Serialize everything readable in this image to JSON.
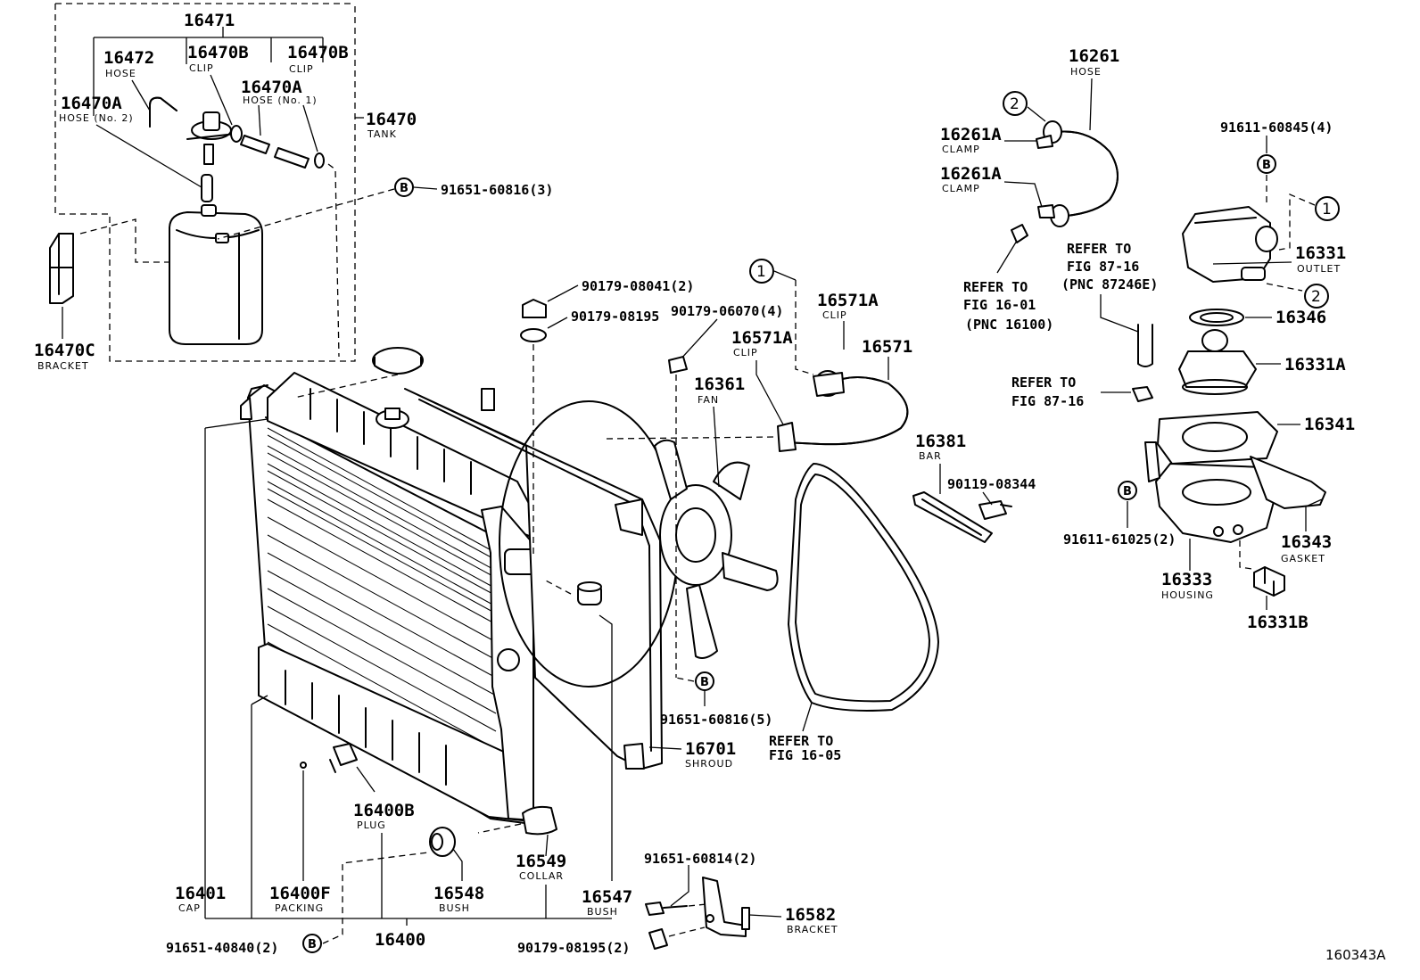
{
  "diagram": {
    "code": "160343A",
    "symbols": {
      "one": "1",
      "two": "2",
      "b": "B"
    },
    "parts": {
      "p16471": {
        "num": "16471"
      },
      "p16472": {
        "num": "16472",
        "name": "HOSE"
      },
      "p16470B_1": {
        "num": "16470B",
        "name": "CLIP"
      },
      "p16470B_2": {
        "num": "16470B",
        "name": "CLIP"
      },
      "p16470A_1": {
        "num": "16470A",
        "name": "HOSE (No. 1)"
      },
      "p16470A_2": {
        "num": "16470A",
        "name": "HOSE (No. 2)"
      },
      "p16470": {
        "num": "16470",
        "name": "TANK"
      },
      "p16470C": {
        "num": "16470C",
        "name": "BRACKET"
      },
      "p91651_60816_3": {
        "num": "91651-60816(3)"
      },
      "p90179_08041": {
        "num": "90179-08041(2)"
      },
      "p90179_08195_top": {
        "num": "90179-08195"
      },
      "p90179_06070": {
        "num": "90179-06070(4)"
      },
      "p16361": {
        "num": "16361",
        "name": "FAN"
      },
      "p16571A_1": {
        "num": "16571A",
        "name": "CLIP"
      },
      "p16571A_2": {
        "num": "16571A",
        "name": "CLIP"
      },
      "p16571": {
        "num": "16571"
      },
      "p16381": {
        "num": "16381",
        "name": "BAR"
      },
      "p90119_08344": {
        "num": "90119-08344"
      },
      "p91651_60816_5": {
        "num": "91651-60816(5)"
      },
      "p16701": {
        "num": "16701",
        "name": "SHROUD"
      },
      "p16400B": {
        "num": "16400B",
        "name": "PLUG"
      },
      "p16401": {
        "num": "16401",
        "name": "CAP"
      },
      "p16400F": {
        "num": "16400F",
        "name": "PACKING"
      },
      "p16548": {
        "num": "16548",
        "name": "BUSH"
      },
      "p16549": {
        "num": "16549",
        "name": "COLLAR"
      },
      "p16547": {
        "num": "16547",
        "name": "BUSH"
      },
      "p16400": {
        "num": "16400"
      },
      "p91651_40840": {
        "num": "91651-40840(2)"
      },
      "p90179_08195_bot": {
        "num": "90179-08195(2)"
      },
      "p91651_60814": {
        "num": "91651-60814(2)"
      },
      "p16582": {
        "num": "16582",
        "name": "BRACKET"
      },
      "p16261": {
        "num": "16261",
        "name": "HOSE"
      },
      "p16261A_1": {
        "num": "16261A",
        "name": "CLAMP"
      },
      "p16261A_2": {
        "num": "16261A",
        "name": "CLAMP"
      },
      "p91611_60845": {
        "num": "91611-60845(4)"
      },
      "p16331": {
        "num": "16331",
        "name": "OUTLET"
      },
      "p16346": {
        "num": "16346"
      },
      "p16331A": {
        "num": "16331A"
      },
      "p16341": {
        "num": "16341"
      },
      "p91611_61025": {
        "num": "91611-61025(2)"
      },
      "p16343": {
        "num": "16343",
        "name": "GASKET"
      },
      "p16333": {
        "num": "16333",
        "name": "HOUSING"
      },
      "p16331B": {
        "num": "16331B"
      }
    },
    "refs": {
      "r1601": {
        "l1": "REFER TO",
        "l2": "FIG 16-01",
        "l3": "(PNC 16100)"
      },
      "r8716a": {
        "l1": "REFER TO",
        "l2": "FIG 87-16",
        "l3": "(PNC 87246E)"
      },
      "r8716b": {
        "l1": "REFER TO",
        "l2": "FIG 87-16"
      },
      "r1605": {
        "l1": "REFER TO",
        "l2": "FIG 16-05"
      }
    }
  }
}
